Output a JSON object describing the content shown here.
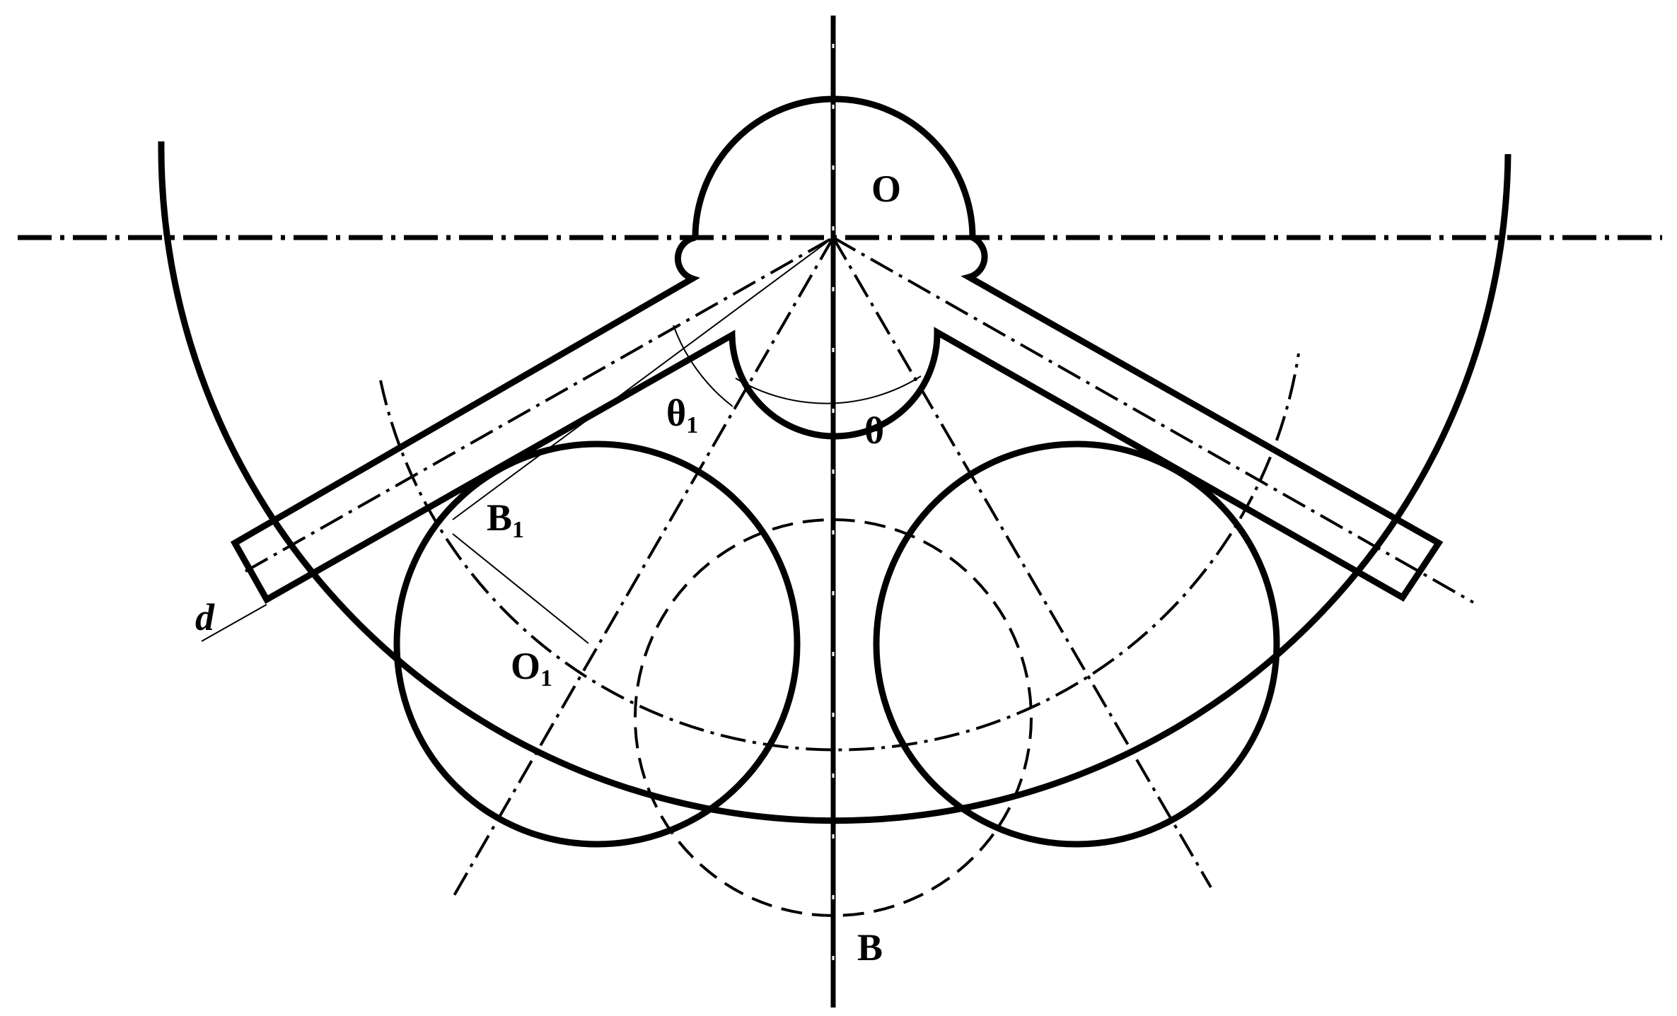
{
  "labels": {
    "center": "O",
    "bottom": "B",
    "angle_inner": "θ",
    "angle_outer_base": "θ",
    "angle_outer_sub": "1",
    "tangent_point_base": "B",
    "tangent_point_sub": "1",
    "ring_center_base": "O",
    "ring_center_sub": "1",
    "width": "d"
  }
}
